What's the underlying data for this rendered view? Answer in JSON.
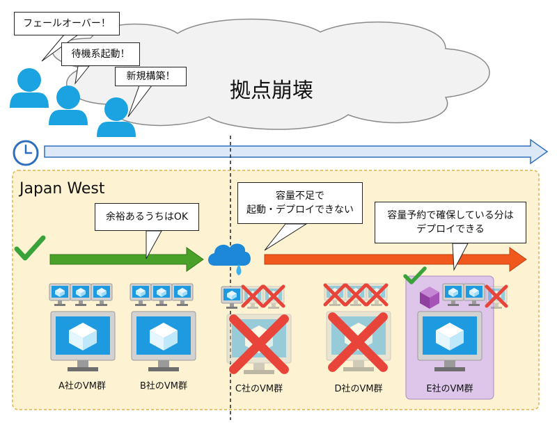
{
  "cloud": {
    "label": "拠点崩壊"
  },
  "callouts": {
    "failover": "フェールオーバー！",
    "standby": "待機系起動！",
    "new_build": "新規構築！"
  },
  "region": {
    "name": "Japan West"
  },
  "notes": {
    "margin": "余裕あるうちはOK",
    "capacity_short": [
      "容量不足で",
      "起動・デプロイできない"
    ],
    "reserved": [
      "容量予約で確保している分は",
      "デプロイできる"
    ]
  },
  "companies": [
    {
      "label": "A社のVM群",
      "status": "ok"
    },
    {
      "label": "B社のVM群",
      "status": "ok"
    },
    {
      "label": "C社のVM群",
      "status": "failed"
    },
    {
      "label": "D社のVM群",
      "status": "failed"
    },
    {
      "label": "E社のVM群",
      "status": "reserved"
    }
  ],
  "colors": {
    "person": "#1aa3e0",
    "timeline": "#dce8f7",
    "timeline_stroke": "#2e6fbd",
    "region_fill": "#fdf3d3",
    "region_border": "#e0b24a",
    "arrow_ok": "#4aa12a",
    "arrow_bad": "#f0581e",
    "cross": "#e8443a",
    "check": "#3aa23a",
    "vm_blue": "#1e9be0",
    "reserved_fill": "#ddc6ea"
  }
}
